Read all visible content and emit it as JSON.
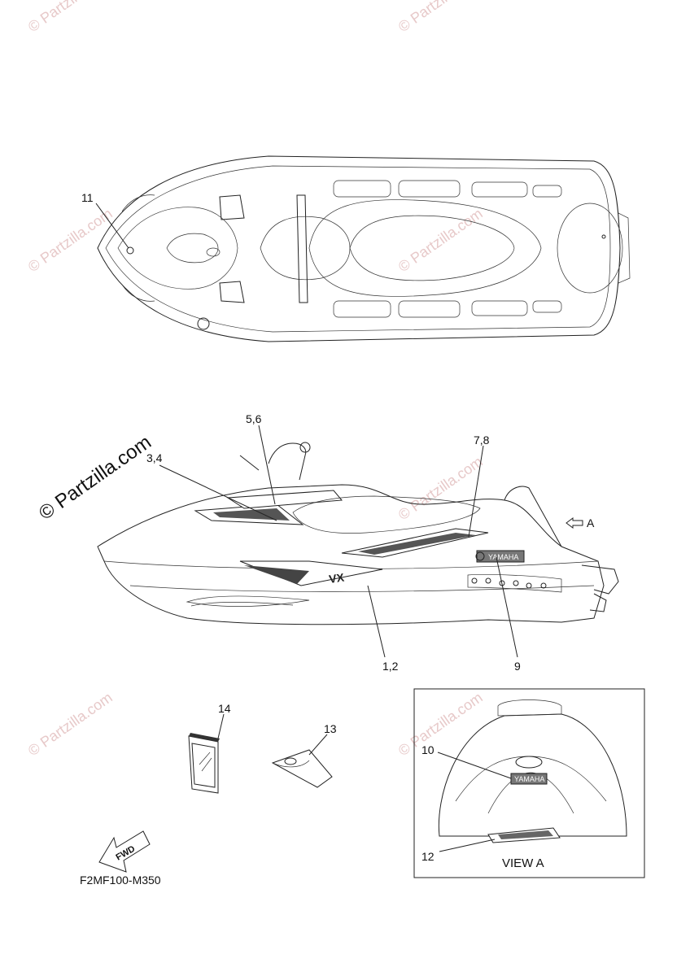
{
  "watermark": "© Partzilla.com",
  "watermark_large": "© Partzilla.com",
  "labels": {
    "l11": "11",
    "l56": "5,6",
    "l34": "3,4",
    "l78": "7,8",
    "l12": "1,2",
    "l9": "9",
    "l14": "14",
    "l13": "13",
    "l10": "10",
    "l12b": "12",
    "viewA": "VIEW A",
    "arrowA": "A",
    "fwd": "FWD",
    "brand": "YAMAHA",
    "diagram_code": "F2MF100-M350"
  }
}
